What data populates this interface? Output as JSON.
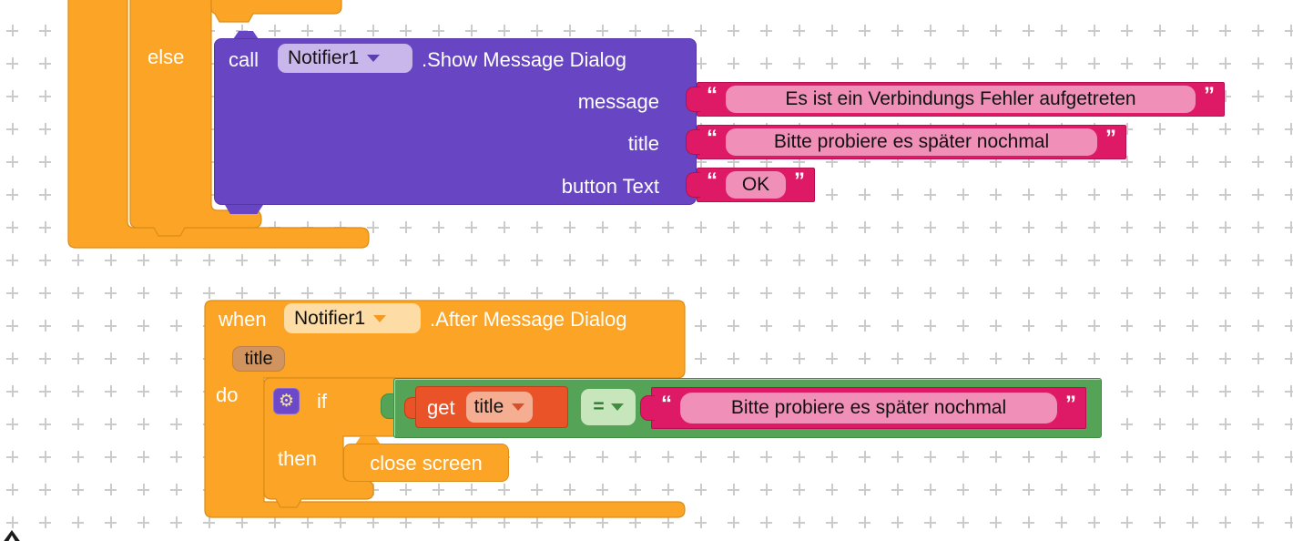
{
  "workspace": {
    "background": "#ffffff",
    "grid_plus_color": "#cbcbcb"
  },
  "colors": {
    "orange": "#FBA426",
    "orange_border": "#DB8C16",
    "purple": "#6846C3",
    "purple_chip": "#C9B6EA",
    "pink": "#DE1A66",
    "pink_field": "#F090B8",
    "green": "#55A356",
    "green_chip": "#C8E6BC",
    "red": "#EA5328",
    "red_chip": "#F6AE92",
    "cream_chip": "#FDDCA6",
    "tan_chip": "#D1945F"
  },
  "else_call_group": {
    "else_label": "else",
    "call_label": "call",
    "component_dropdown": "Notifier1",
    "method_label": ".Show Message Dialog",
    "args": [
      {
        "label": "message",
        "open_quote": "“",
        "text": "Es ist ein Verbindungs Fehler aufgetreten",
        "close_quote": "”"
      },
      {
        "label": "title",
        "open_quote": "“",
        "text": "Bitte probiere es später nochmal",
        "close_quote": "”"
      },
      {
        "label": "button Text",
        "open_quote": "“",
        "text": "OK",
        "close_quote": "”"
      }
    ]
  },
  "when_group": {
    "when_label": "when",
    "component_dropdown": "Notifier1",
    "event_label": ".After Message Dialog",
    "param_chip": "title",
    "do_label": "do",
    "if_label": "if",
    "gear_icon_char": "⚙",
    "get_label": "get",
    "get_variable_dropdown": "title",
    "operator_dropdown": "=",
    "comparison": {
      "open_quote": "“",
      "text": "Bitte probiere es später nochmal",
      "close_quote": "”"
    },
    "then_label": "then",
    "close_screen_label": "close screen"
  }
}
